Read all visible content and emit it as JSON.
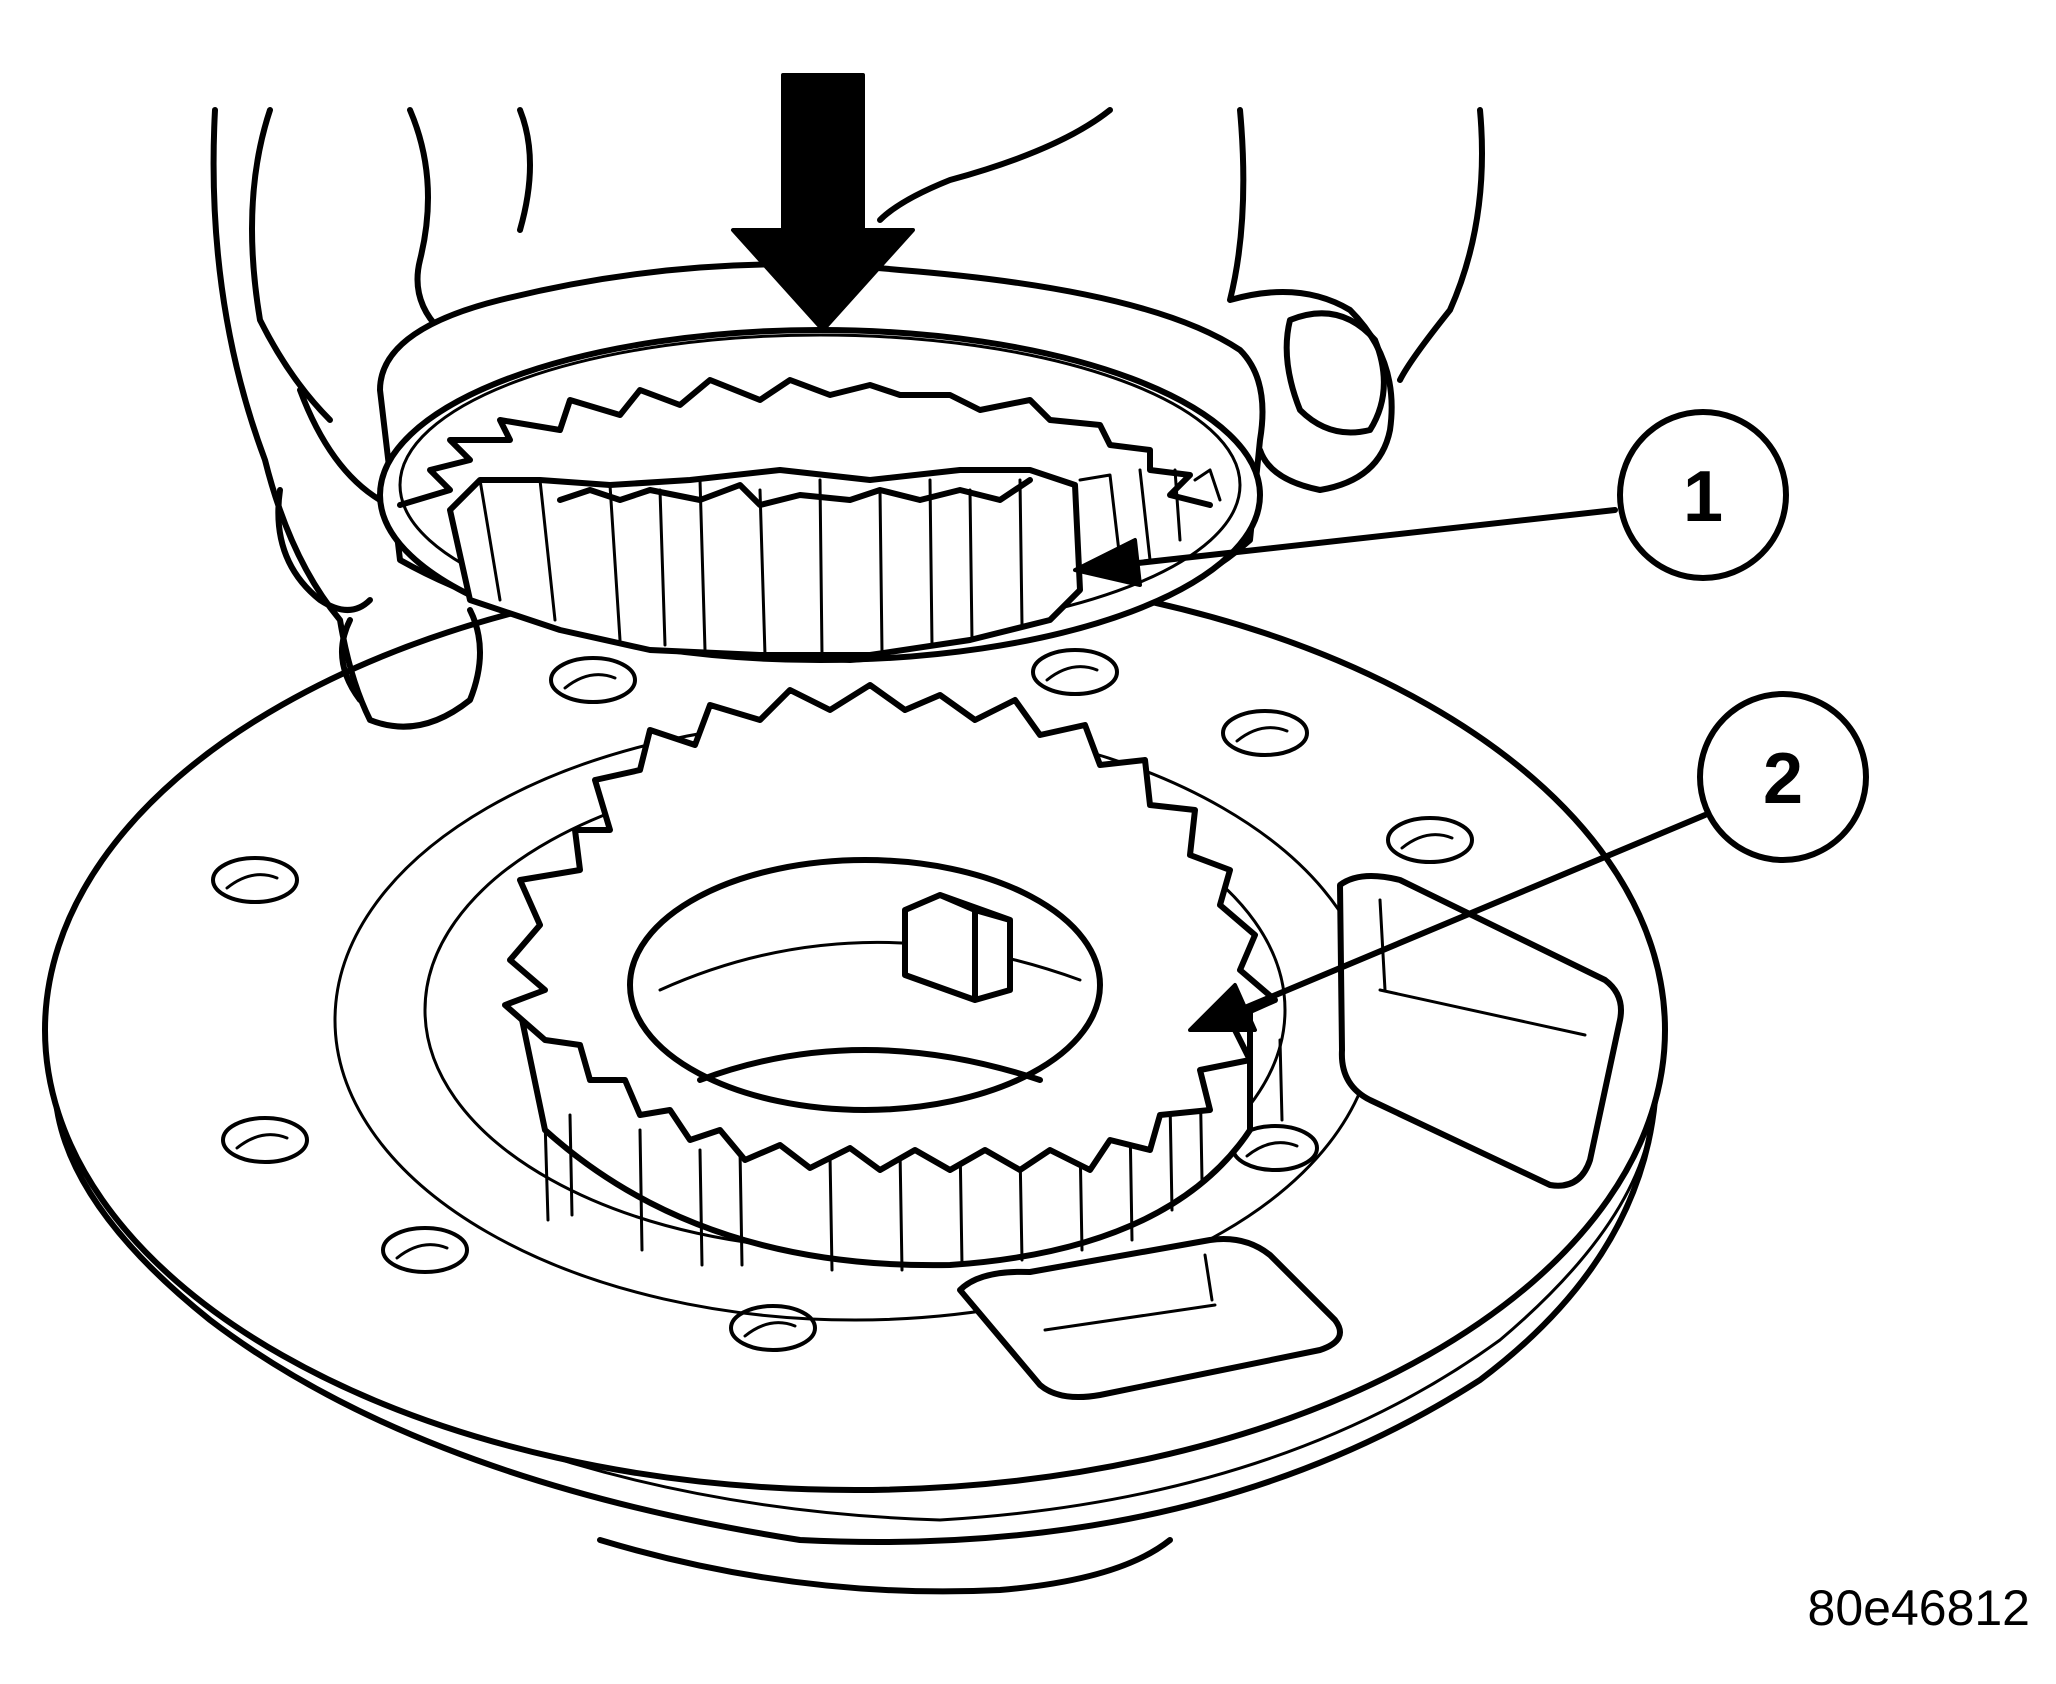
{
  "callouts": [
    {
      "label": "1"
    },
    {
      "label": "2"
    }
  ],
  "figure_id": "80e46812",
  "colors": {
    "ink": "#000000",
    "background": "#ffffff"
  }
}
